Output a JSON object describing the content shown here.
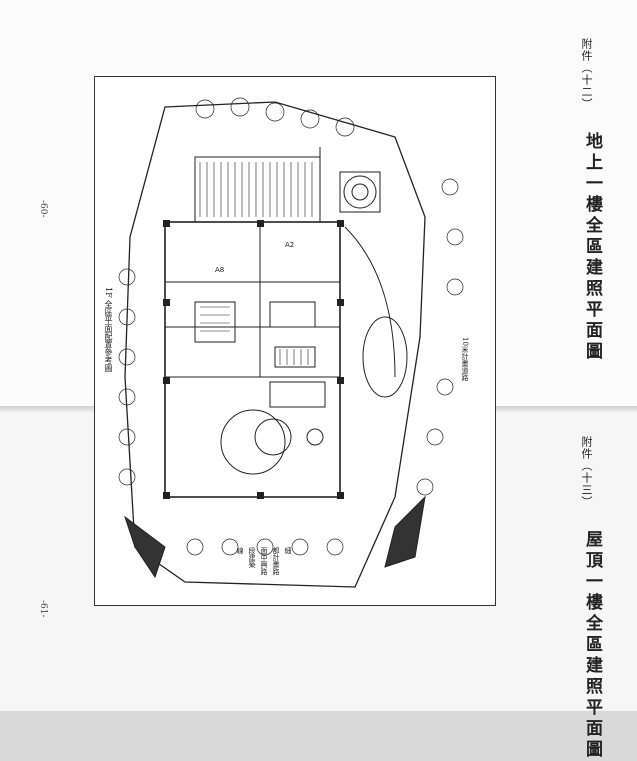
{
  "page": {
    "upper_attachment": "附件（十二）",
    "upper_title": "地上一樓全區建照平面圖",
    "lower_attachment": "附件（十三）",
    "lower_title": "屋頂一樓全區建照平面圖",
    "page_number_top": "-60-",
    "page_number_bottom": "-61-"
  },
  "plan": {
    "label_1f": "1F 全區平面配置參考圖",
    "unit_a8": "A8",
    "unit_a2": "A2",
    "road_label": "10米計畫道路",
    "legend_lines": [
      "細",
      "都計畫路",
      "面中興路",
      "段建築",
      "線"
    ]
  }
}
